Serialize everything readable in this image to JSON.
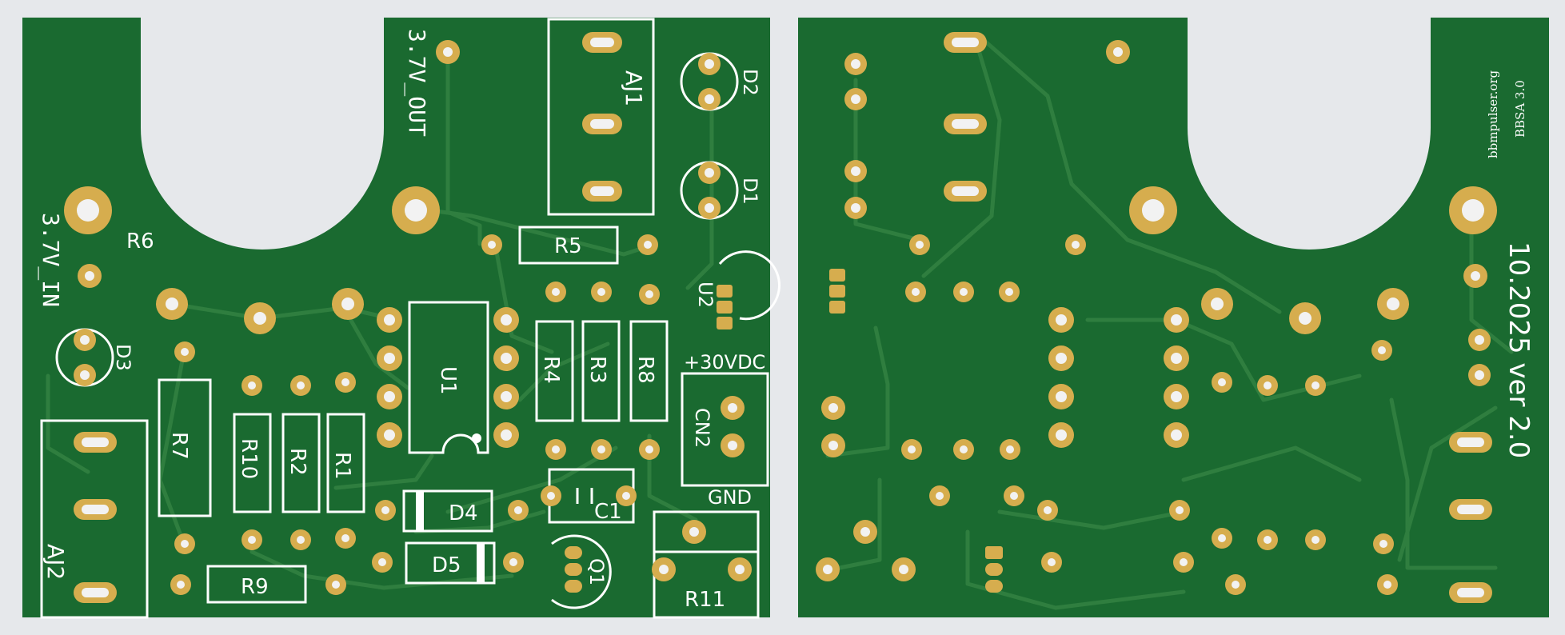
{
  "colors": {
    "board": "#1a6a30",
    "trace": "#2f7e3f",
    "pad": "#d6ad4e",
    "silkscreen": "#ffffff",
    "background": "#e6e8eb"
  },
  "front": {
    "labels": {
      "v_out": "3.7V_OUT",
      "v_in": "3.7V_IN",
      "vdc": "+30VDC",
      "gnd": "GND"
    },
    "components": {
      "aj1": "AJ1",
      "aj2": "AJ2",
      "d1": "D1",
      "d2": "D2",
      "d3": "D3",
      "d4": "D4",
      "d5": "D5",
      "r1": "R1",
      "r2": "R2",
      "r3": "R3",
      "r4": "R4",
      "r5": "R5",
      "r6": "R6",
      "r7": "R7",
      "r8": "R8",
      "r9": "R9",
      "r10": "R10",
      "r11": "R11",
      "u1": "U1",
      "u2": "U2",
      "cn2": "CN2",
      "c1": "C1",
      "q1": "Q1"
    }
  },
  "back": {
    "version": "10.2025 ver 2.0",
    "site": "bbmpulser.org",
    "model": "BBSA 3.0"
  }
}
